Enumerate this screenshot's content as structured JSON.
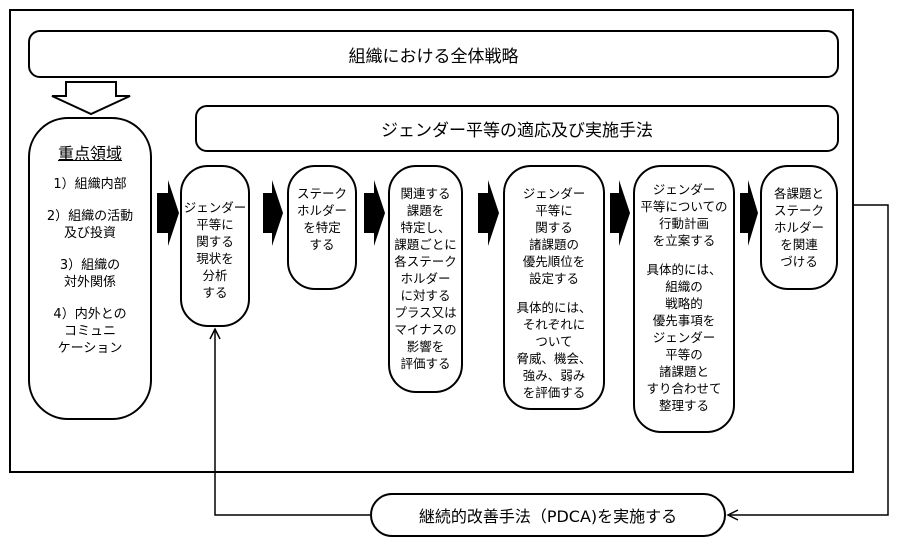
{
  "header": {
    "strategy": "組織における全体戦略",
    "method": "ジェンダー平等の適応及び実施手法"
  },
  "focus": {
    "title": "重点領域",
    "items": [
      "1）組織内部",
      "2）組織の活動\n及び投資",
      "3）組織の\n対外関係",
      "4）内外との\nコミュニ\nケーション"
    ]
  },
  "steps": [
    {
      "main": "ジェンダー\n平等に\n関する\n現状を\n分析\nする"
    },
    {
      "main": "ステーク\nホルダー\nを特定\nする"
    },
    {
      "main": "関連する\n課題を\n特定し、\n課題ごとに\n各ステーク\nホルダー\nに対する\nプラス又は\nマイナスの\n影響を\n評価する"
    },
    {
      "main": "ジェンダー\n平等に\n関する\n諸課題の\n優先順位を\n設定する",
      "detail": "具体的には、\nそれぞれに\nついて\n脅威、機会、\n強み、弱み\nを評価する"
    },
    {
      "main": "ジェンダー\n平等についての\n行動計画\nを立案する",
      "detail": "具体的には、\n組織の\n戦略的\n優先事項を\nジェンダー\n平等の\n諸課題と\nすり合わせて\n整理する"
    },
    {
      "main": "各課題と\nステーク\nホルダー\nを関連\nづける"
    }
  ],
  "pdca": "継続的改善手法（PDCA)を実施する"
}
